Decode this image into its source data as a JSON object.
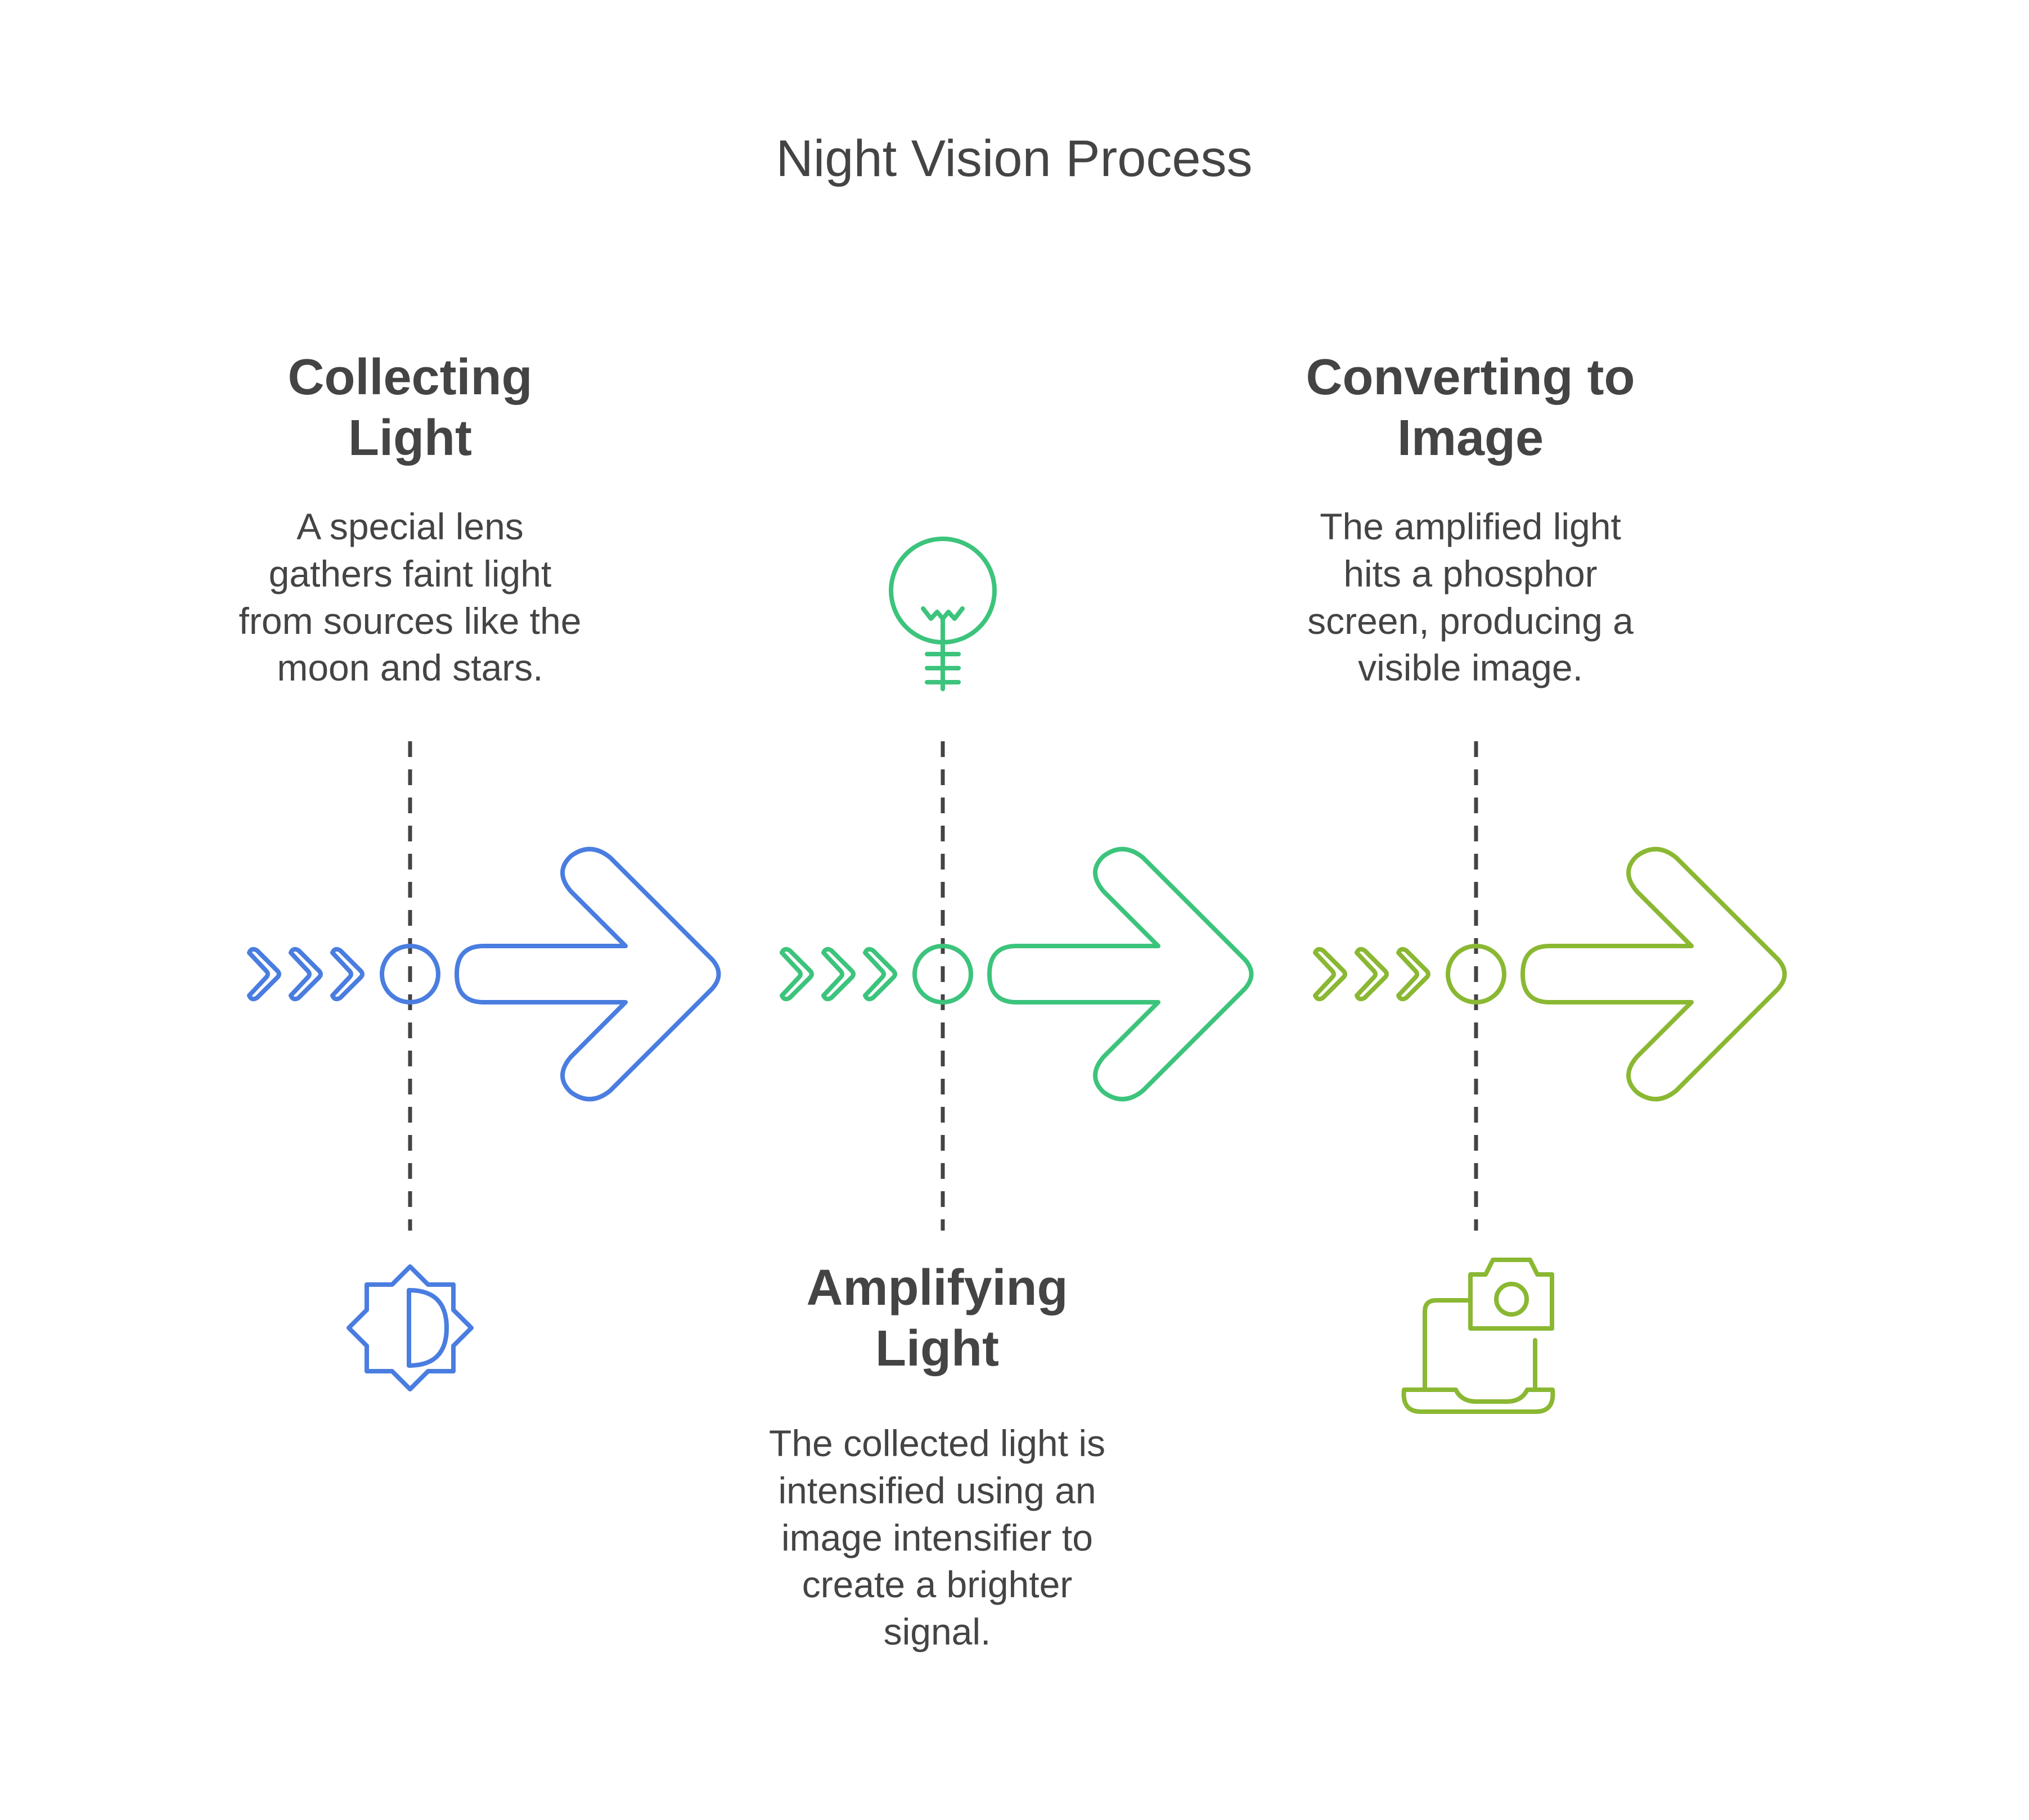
{
  "title": "Night Vision Process",
  "colors": {
    "text": "#444444",
    "dash": "#444444",
    "step1": "#4a7de0",
    "step2": "#3cc47c",
    "step3": "#8ab833"
  },
  "steps": [
    {
      "title_line1": "Collecting",
      "title_line2": "Light",
      "desc_lines": [
        "A special lens",
        "gathers faint light",
        "from sources like the",
        "moon and stars."
      ],
      "icon": "sun-brightness-icon",
      "color": "#4a7de0"
    },
    {
      "title_line1": "Amplifying",
      "title_line2": "Light",
      "desc_lines": [
        "The collected light is",
        "intensified using an",
        "image intensifier to",
        "create a brighter",
        "signal."
      ],
      "icon": "lightbulb-icon",
      "color": "#3cc47c"
    },
    {
      "title_line1": "Converting to",
      "title_line2": "Image",
      "desc_lines": [
        "The amplified light",
        "hits a phosphor",
        "screen, producing a",
        "visible image."
      ],
      "icon": "camera-laptop-icon",
      "color": "#8ab833"
    }
  ]
}
